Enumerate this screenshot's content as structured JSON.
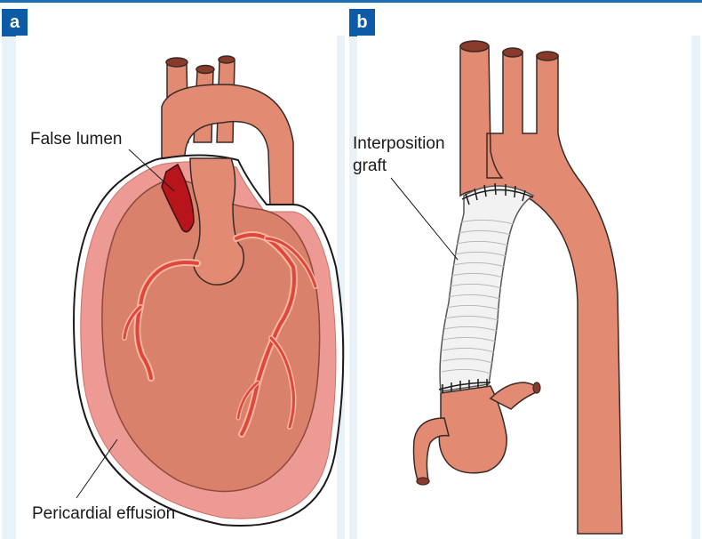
{
  "panels": [
    {
      "id": "a",
      "label": "a"
    },
    {
      "id": "b",
      "label": "b"
    }
  ],
  "labels": {
    "false_lumen": "False lumen",
    "interposition_graft_line1": "Interposition",
    "interposition_graft_line2": "graft",
    "pericardial_effusion": "Pericardial effusion"
  },
  "colors": {
    "accent": "#0d5aa7",
    "panel_background": "#e9f1f9",
    "aorta": "#e28a72",
    "heart": "#d9816b",
    "pericardium": "#ee9a94",
    "coronary": "#e0473a",
    "false_lumen": "#b8141b",
    "graft": "#f2f2f2"
  }
}
